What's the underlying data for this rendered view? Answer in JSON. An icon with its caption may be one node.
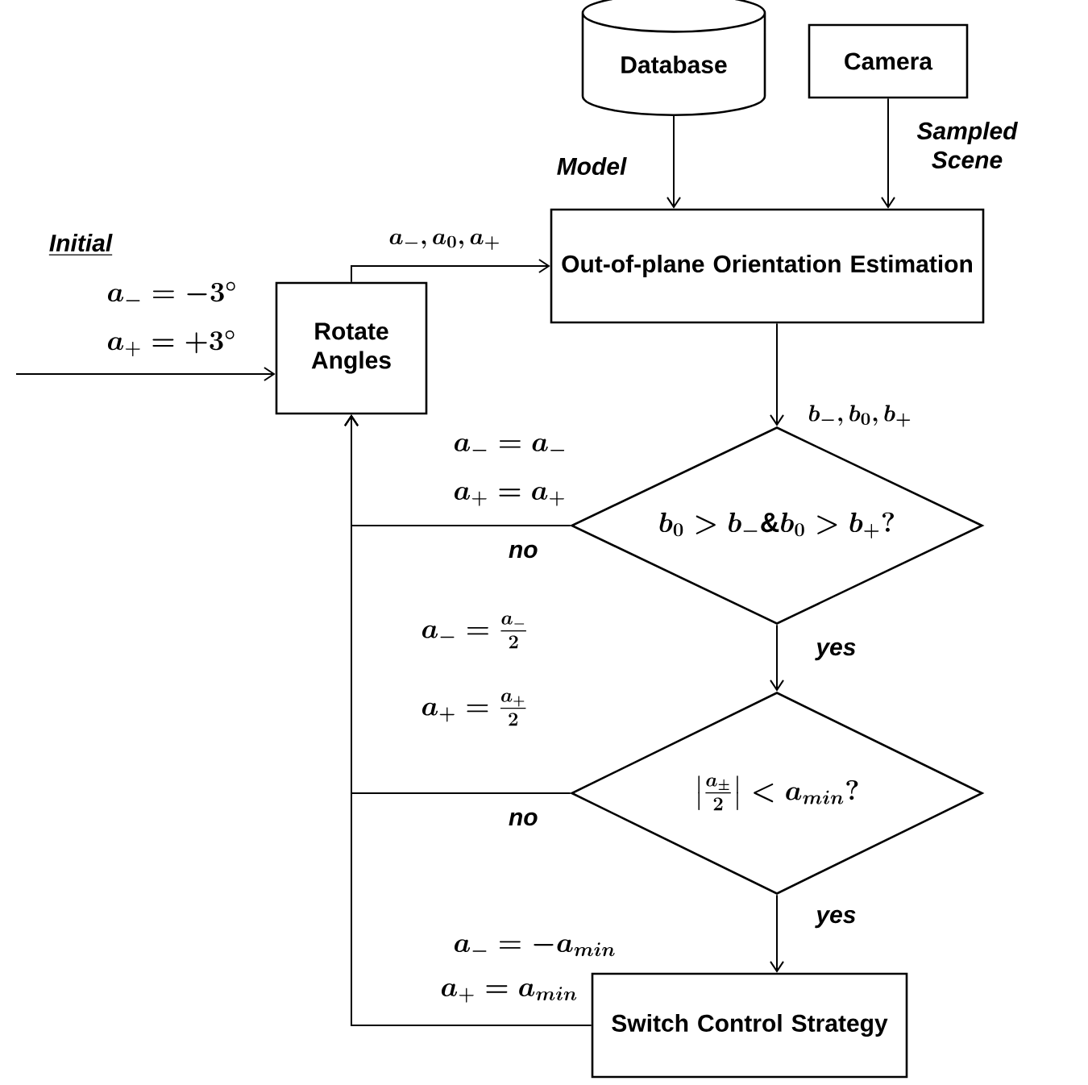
{
  "diagram": {
    "nodes": [
      {
        "text": [
          "Database"
        ]
      },
      {
        "text": [
          "Camera"
        ]
      },
      {
        "text": [
          "Out-of-plane Orientation Estimation"
        ]
      },
      {
        "text": [
          "Rotate Angles"
        ]
      },
      {
        "text": [
          "b_0 > b_-\\&b_0 > b_+?"
        ]
      },
      {
        "text": [
          "\\left|\\frac{a_\\pm}{2}\\right| < a_{min}?"
        ]
      },
      {
        "text": [
          "Switch Control Strategy"
        ]
      }
    ],
    "edges": [
      {
        "from": 0,
        "to": 2,
        "arrow": "to",
        "label": "Model"
      },
      {
        "from": 1,
        "to": 2,
        "arrow": "to",
        "label": "Sampled Scene"
      },
      {
        "from": null,
        "to": 3,
        "arrow": "to"
      },
      {
        "from": 3,
        "to": 2,
        "arrow": "to",
        "label": "a_-, a_0, a_+"
      },
      {
        "from": 2,
        "to": 4,
        "arrow": "to",
        "label": "b_-, b_0, b_+"
      },
      {
        "from": 4,
        "to": 3,
        "arrow": "to",
        "label": "no"
      },
      {
        "from": 4,
        "to": 5,
        "arrow": "to",
        "label": "yes"
      },
      {
        "from": 5,
        "to": 3,
        "arrow": "to",
        "label": "no"
      },
      {
        "from": 5,
        "to": 6,
        "arrow": "to",
        "label": "yes"
      },
      {
        "from": 6,
        "to": 3,
        "arrow": "to"
      }
    ],
    "labels": [
      "Initial",
      "a_- = -3^\\circ",
      "a_+ = +3^\\circ",
      "a_- = a_-",
      "a_+ = a_+",
      "a_- = \\frac{a_-}{2}",
      "a_+ = \\frac{a_+}{2}",
      "a_- = -a_{min}",
      "a_+ = a_{min}"
    ]
  }
}
